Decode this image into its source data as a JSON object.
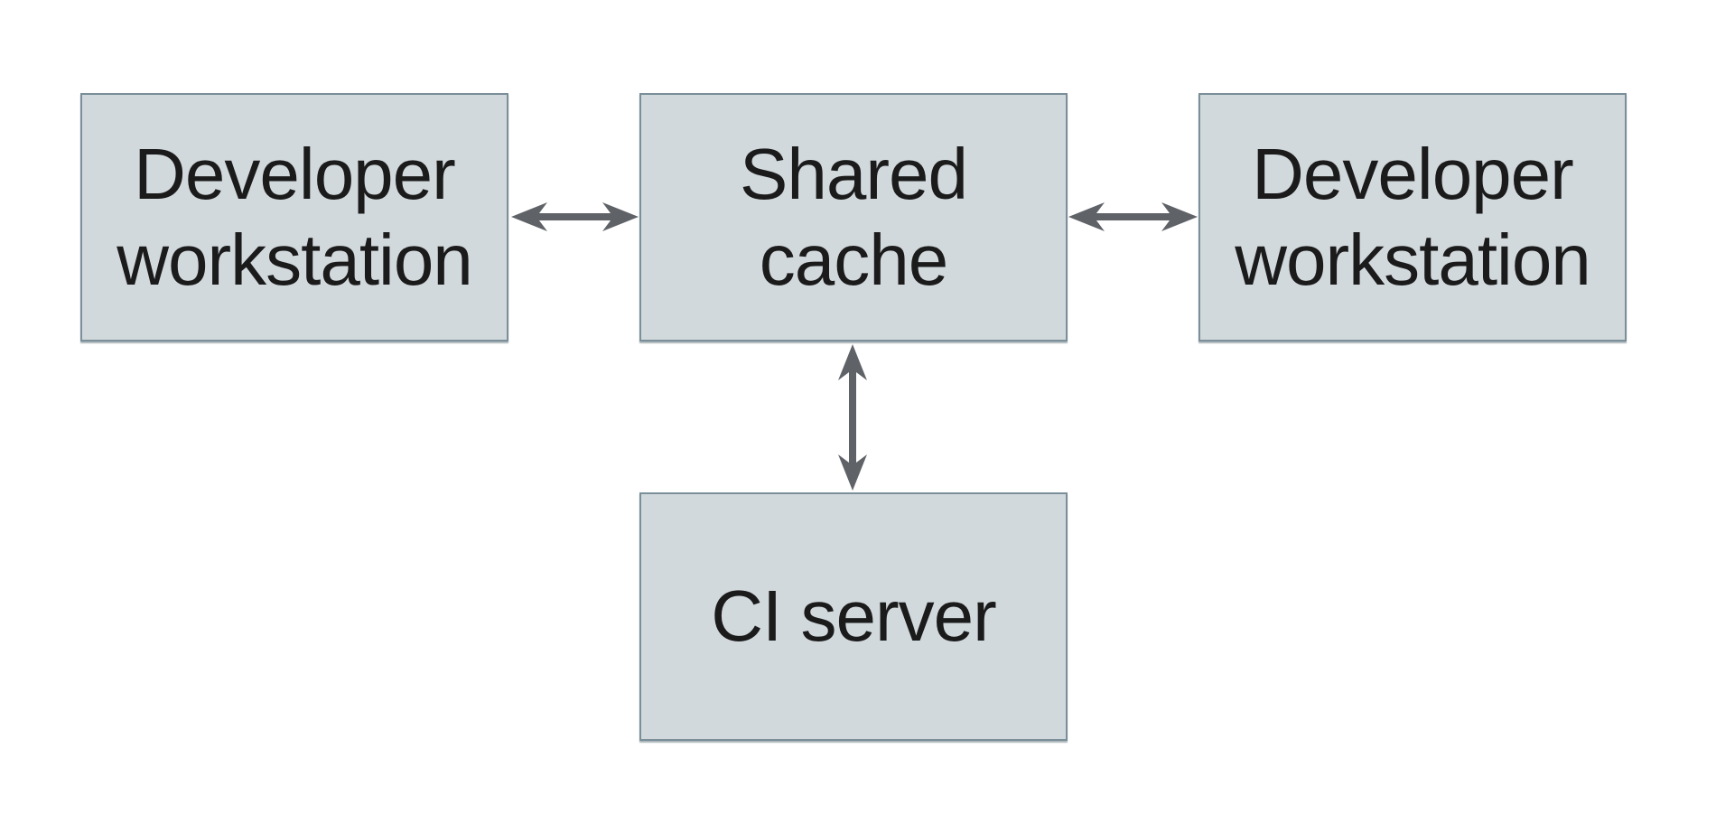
{
  "diagram": {
    "type": "architecture-diagram",
    "background_color": "#ffffff",
    "colors": {
      "node_fill": "#d2d9dd",
      "node_border": "#7a8f99",
      "arrow": "#5f6368",
      "text": "#1b1b1b"
    },
    "nodes": {
      "workstation_left": {
        "label": "Developer\nworkstation"
      },
      "shared_cache": {
        "label": "Shared\ncache"
      },
      "workstation_right": {
        "label": "Developer\nworkstation"
      },
      "ci_server": {
        "label": "CI server"
      }
    },
    "edges": [
      {
        "from": "workstation_left",
        "to": "shared_cache",
        "bidirectional": true,
        "orientation": "horizontal"
      },
      {
        "from": "shared_cache",
        "to": "workstation_right",
        "bidirectional": true,
        "orientation": "horizontal"
      },
      {
        "from": "shared_cache",
        "to": "ci_server",
        "bidirectional": true,
        "orientation": "vertical"
      }
    ]
  }
}
